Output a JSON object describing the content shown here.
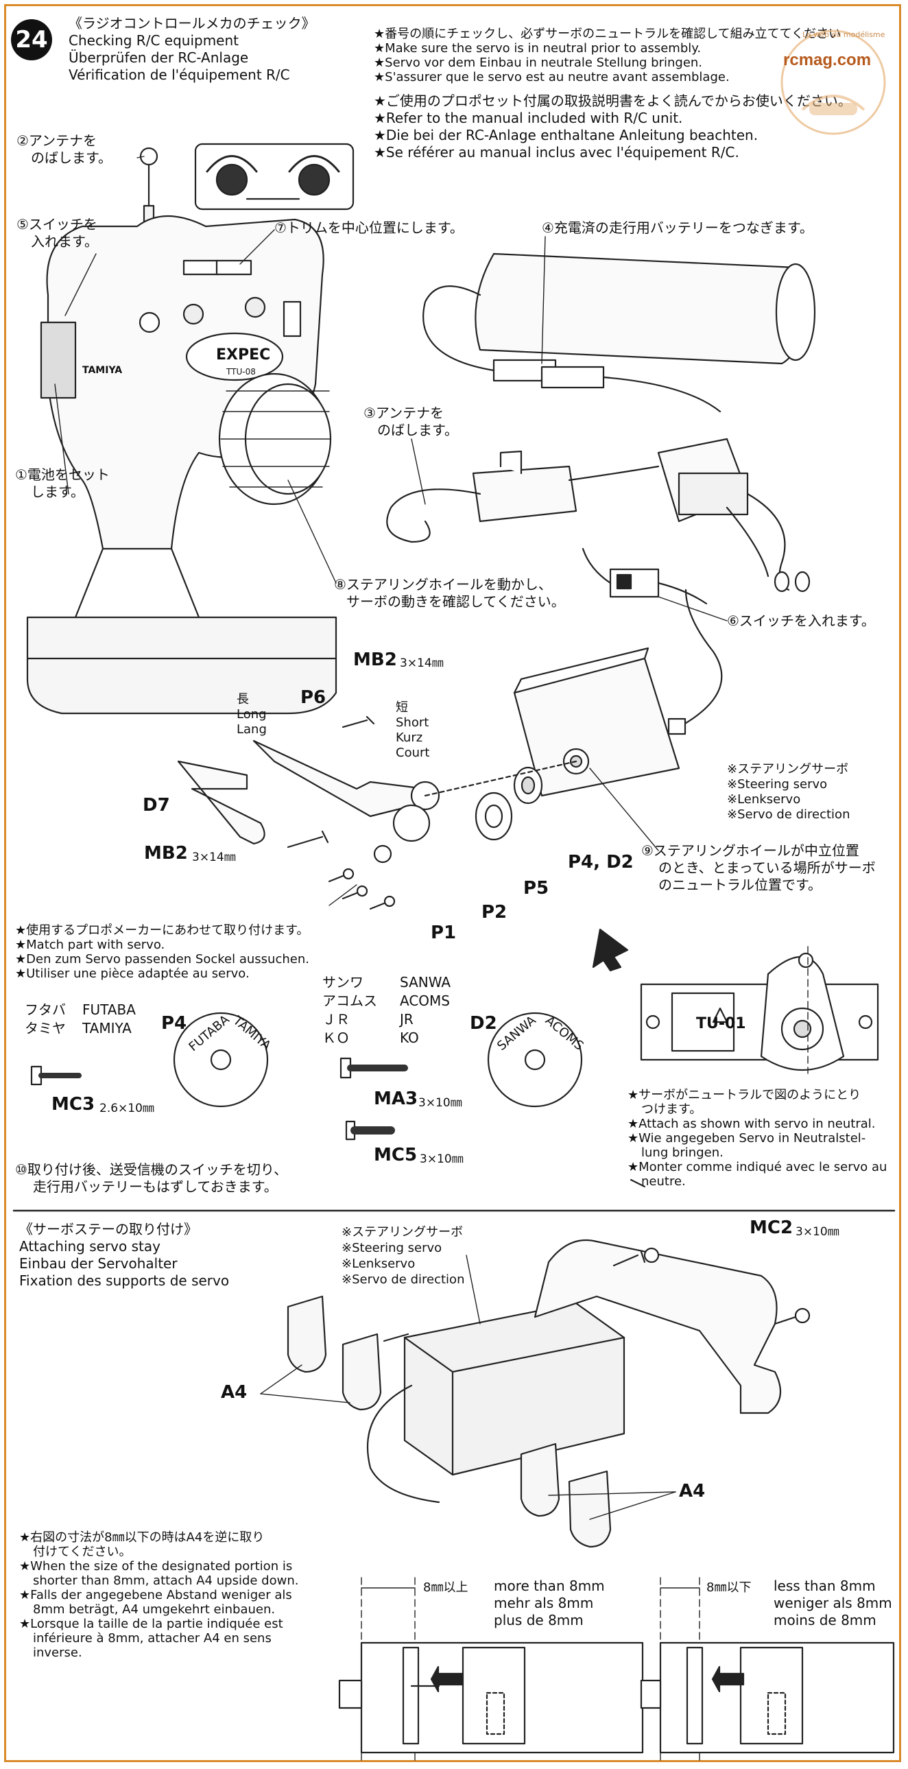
{
  "step": "24",
  "header": {
    "title_ja": "《ラジオコントロールメカのチェック》",
    "title_en": "Checking R/C equipment",
    "title_de": "Überprüfen der RC-Anlage",
    "title_fr": "Vérification de l'équipement R/C"
  },
  "notes_top": [
    "★番号の順にチェックし、必ずサーボのニュートラルを確認して組み立ててください",
    "★Make sure the servo is in neutral prior to assembly.",
    "★Servo vor dem Einbau in neutrale Stellung bringen.",
    "★S'assurer que le servo est au neutre avant assemblage."
  ],
  "notes_manual": [
    "★ご使用のプロポセット付属の取扱説明書をよく読んでからお使いください。",
    "★Refer to the manual included with R/C unit.",
    "★Die bei der RC-Anlage enthaltane Anleitung beachten.",
    "★Se référer au manual inclus avec l'équipement R/C."
  ],
  "watermark": {
    "site": "rcmag.com",
    "tagline": "Le web du modélisme"
  },
  "callouts": {
    "c2": [
      "②アンテナを",
      "のばします。"
    ],
    "c5": [
      "⑤スイッチを",
      "入れます。"
    ],
    "c7": "⑦トリムを中心位置にします。",
    "c4": "④充電済の走行用バッテリーをつなぎます。",
    "c3": [
      "③アンテナを",
      "のばします。"
    ],
    "c1": [
      "①電池をセット",
      "します。"
    ],
    "c8": [
      "⑧ステアリングホイールを動かし、",
      "サーボの動きを確認してください。"
    ],
    "c6": "⑥スイッチを入れます。",
    "c9": [
      "⑨ステアリングホイールが中立位置",
      "のとき、とまっている場所がサーボ",
      "のニュートラル位置です。"
    ],
    "c10": [
      "⑩取り付け後、送受信機のスイッチを切り、",
      "走行用バッテリーもはずしておきます。"
    ]
  },
  "transmitter": {
    "brand": "TAMIYA",
    "model_line1": "EXPEC",
    "model_line2": "TTU-08"
  },
  "parts": {
    "mb2_top": "MB2",
    "mb2_top_size": "3×14㎜",
    "p6": "P6",
    "long": [
      "長",
      "Long",
      "Lang"
    ],
    "short": [
      "短",
      "Short",
      "Kurz",
      "Court"
    ],
    "d7": "D7",
    "mb2_bottom": "MB2",
    "mb2_bottom_size": "3×14㎜",
    "p1": "P1",
    "p2": "P2",
    "p5": "P5",
    "p4d2": "P4, D2"
  },
  "servo_label": [
    "※ステアリングサーボ",
    "※Steering servo",
    "※Lenkservo",
    "※Servo de direction"
  ],
  "match_notes": [
    "★使用するプロポメーカーにあわせて取り付けます。",
    "★Match part with servo.",
    "★Den zum Servo passenden Sockel aussuchen.",
    "★Utiliser une pièce adaptée au servo."
  ],
  "brands": {
    "futaba_ja": "フタバ",
    "futaba_en": "FUTABA",
    "tamiya_ja": "タミヤ",
    "tamiya_en": "TAMIYA",
    "sanwa_ja": "サンワ",
    "sanwa_en": "SANWA",
    "acoms_ja": "アコムス",
    "acoms_en": "ACOMS",
    "jr_ja": "ＪＲ",
    "jr_en": "JR",
    "ko_ja": "ＫＯ",
    "ko_en": "KO"
  },
  "p4_label": "P4",
  "d2_label": "D2",
  "disc_p4": [
    "FUTABA",
    "TAMIYA"
  ],
  "disc_d2": [
    "SANWA",
    "ACOMS"
  ],
  "screws": {
    "mc3": "MC3",
    "mc3_size": "2.6×10㎜",
    "ma3": "MA3",
    "ma3_size": "3×10㎜",
    "mc5": "MC5",
    "mc5_size": "3×10㎜"
  },
  "neutral_notes": [
    "★サーボがニュートラルで図のようにとり",
    "つけます。",
    "★Attach as shown with servo in neutral.",
    "★Wie angegeben Servo in Neutralstel-",
    "lung bringen.",
    "★Monter comme indiqué avec le servo au",
    "neutre."
  ],
  "servo_horn_text": "TU-01",
  "stay": {
    "title_ja": "《サーボステーの取り付け》",
    "title_en": "Attaching servo stay",
    "title_de": "Einbau der Servohalter",
    "title_fr": "Fixation des supports de servo",
    "servo_label": [
      "※ステアリングサーボ",
      "※Steering servo",
      "※Lenkservo",
      "※Servo de direction"
    ],
    "mc2": "MC2",
    "mc2_size": "3×10㎜",
    "a4_left": "A4",
    "a4_right": "A4"
  },
  "size_notes": [
    "★右図の寸法が8㎜以下の時はA4を逆に取り",
    "付けてください。",
    "★When the size of the designated portion is",
    "shorter than 8mm, attach A4 upside down.",
    "★Falls der angegebene Abstand weniger als",
    "8mm beträgt, A4 umgekehrt einbauen.",
    "★Lorsque la taille de la partie indiquée est",
    "inférieure à 8mm, attacher A4 en sens",
    "inverse."
  ],
  "dim_left": {
    "mark": "8㎜以上",
    "en": "more than 8mm",
    "de": "mehr als 8mm",
    "fr": "plus de 8mm"
  },
  "dim_right": {
    "mark": "8㎜以下",
    "en": "less than 8mm",
    "de": "weniger als 8mm",
    "fr": "moins de 8mm"
  }
}
